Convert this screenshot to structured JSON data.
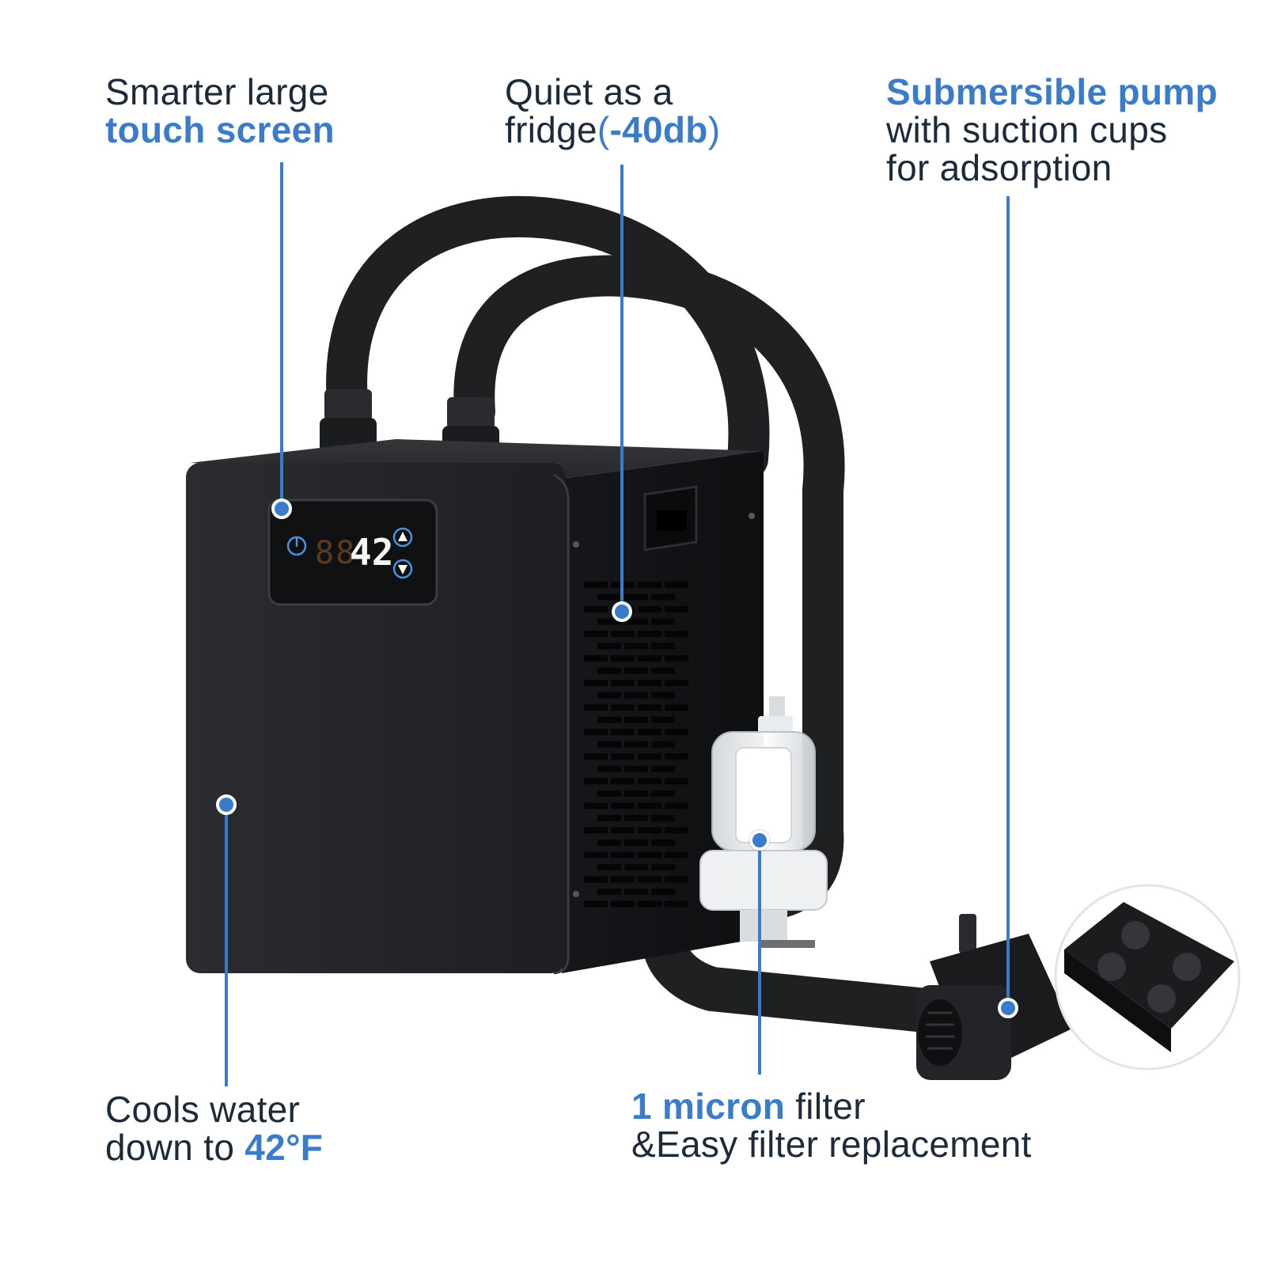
{
  "callouts": {
    "touch_screen": {
      "line1": "Smarter large",
      "line2": "touch screen"
    },
    "quiet": {
      "line1": "Quiet as a",
      "line2_prefix": "fridge",
      "line2_paren_open": "(",
      "line2_emphasis": "-40db",
      "line2_paren_close": ")"
    },
    "pump": {
      "line1": "Submersible pump",
      "line2": "with suction cups",
      "line3": "for adsorption"
    },
    "cools": {
      "line1": "Cools water",
      "line2_prefix": "down to ",
      "line2_emphasis": "42°F"
    },
    "filter": {
      "line1_emphasis": "1 micron",
      "line1_suffix": " filter",
      "line2": "&Easy filter replacement"
    }
  },
  "display": {
    "temperature": "42",
    "dim_digits": "88"
  },
  "colors": {
    "accent": "#3a7cc9",
    "text": "#1c2a3a",
    "body": "#232528",
    "hose": "#1f2022"
  }
}
